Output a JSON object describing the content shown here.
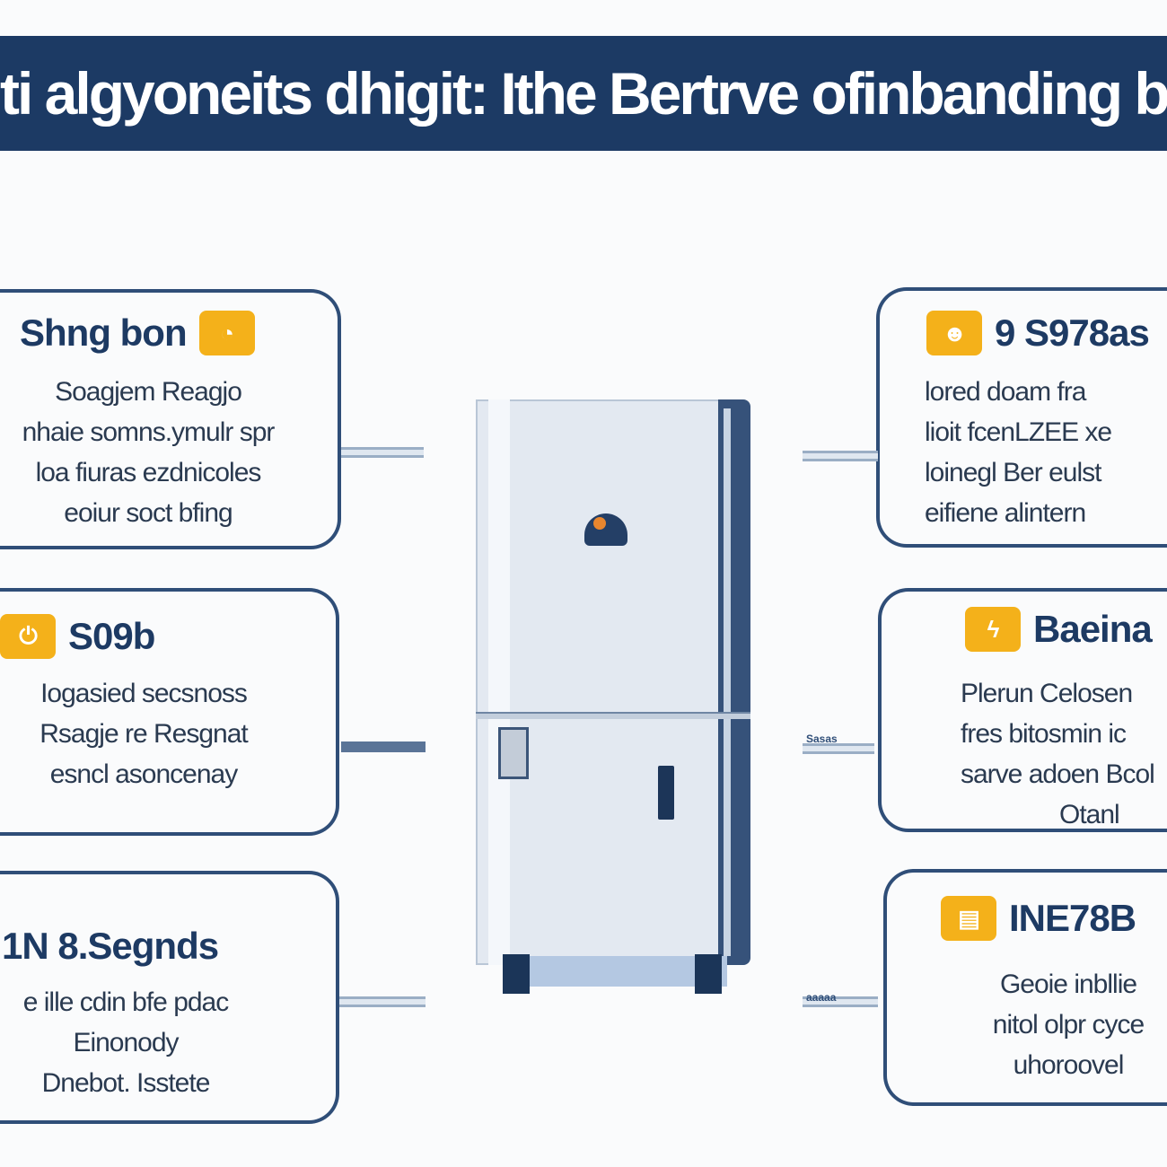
{
  "header": {
    "title": "ti algyoneits dhigit: Ithe Bertrve ofinbanding br"
  },
  "cards": {
    "top_left": {
      "title": "Shng bon",
      "icon": "gauge-icon",
      "lines": [
        "Soagjem Reagjo",
        "nhaie somns.ymulr spr",
        "loa fiuras ezdnicoles",
        "eoiur soct bfing"
      ]
    },
    "mid_left": {
      "title": "S09b",
      "icon": "power-icon",
      "lines": [
        "Iogasied secsnoss",
        "Rsagje re Resgnat",
        "esncl asoncenay"
      ]
    },
    "bot_left": {
      "title": "1N 8.Segnds",
      "lines": [
        "e ille cdin bfe pdac",
        "Einonody",
        "Dnebot. Isstete"
      ]
    },
    "top_right": {
      "title": "9 S978as",
      "icon": "smart-icon",
      "lines": [
        "lored doam fra",
        "lioit fcenLZEE xe",
        "loinegl Ber eulst",
        "eifiene alintern"
      ]
    },
    "mid_right": {
      "title": "Baeina",
      "icon": "energy-icon",
      "lines": [
        "Plerun Celosen",
        "fres bitosmin ic",
        "sarve adoen Bcol",
        "Otanl"
      ]
    },
    "bot_right": {
      "title": "INE78B",
      "icon": "storage-icon",
      "lines": [
        "Geoie inbllie",
        "nitol olpr cyce",
        "uhoroovel"
      ]
    }
  },
  "connectors": {
    "mid_right_label": "Sasas",
    "bot_right_label": "aaaaa"
  },
  "colors": {
    "banner": "#1c3a64",
    "accent": "#f4b11a",
    "card_border": "#2f4e78",
    "fridge_body": "#e3e9f1",
    "fridge_side": "#36527a"
  }
}
